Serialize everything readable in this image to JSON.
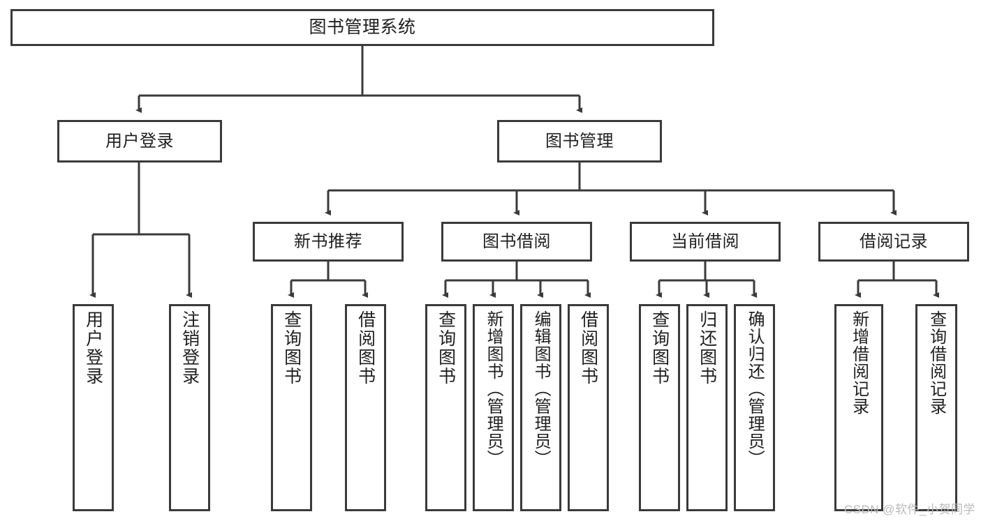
{
  "diagram": {
    "title": "图书管理系统",
    "type": "tree-hierarchy",
    "root": {
      "label": "图书管理系统"
    },
    "level1": [
      {
        "label": "用户登录"
      },
      {
        "label": "图书管理"
      }
    ],
    "level2": [
      {
        "label": "新书推荐"
      },
      {
        "label": "图书借阅"
      },
      {
        "label": "当前借阅"
      },
      {
        "label": "借阅记录"
      }
    ],
    "leaves": {
      "user_login": [
        {
          "label": "用户登录"
        },
        {
          "label": "注销登录"
        }
      ],
      "new_book_recommend": [
        {
          "label": "查询图书"
        },
        {
          "label": "借阅图书"
        }
      ],
      "book_borrow": [
        {
          "label": "查询图书"
        },
        {
          "label": "新增图书（管理员）"
        },
        {
          "label": "编辑图书（管理员）"
        },
        {
          "label": "借阅图书"
        }
      ],
      "current_borrow": [
        {
          "label": "查询图书"
        },
        {
          "label": "归还图书"
        },
        {
          "label": "确认归还（管理员）"
        }
      ],
      "borrow_record": [
        {
          "label": "新增借阅记录"
        },
        {
          "label": "查询借阅记录"
        }
      ]
    }
  },
  "watermark": {
    "text": "CSDN @软件_小贺同学"
  },
  "colors": {
    "border": "#3a3a3a",
    "text": "#1f1f1f",
    "background": "#ffffff",
    "watermark": "#b9b9b9"
  }
}
